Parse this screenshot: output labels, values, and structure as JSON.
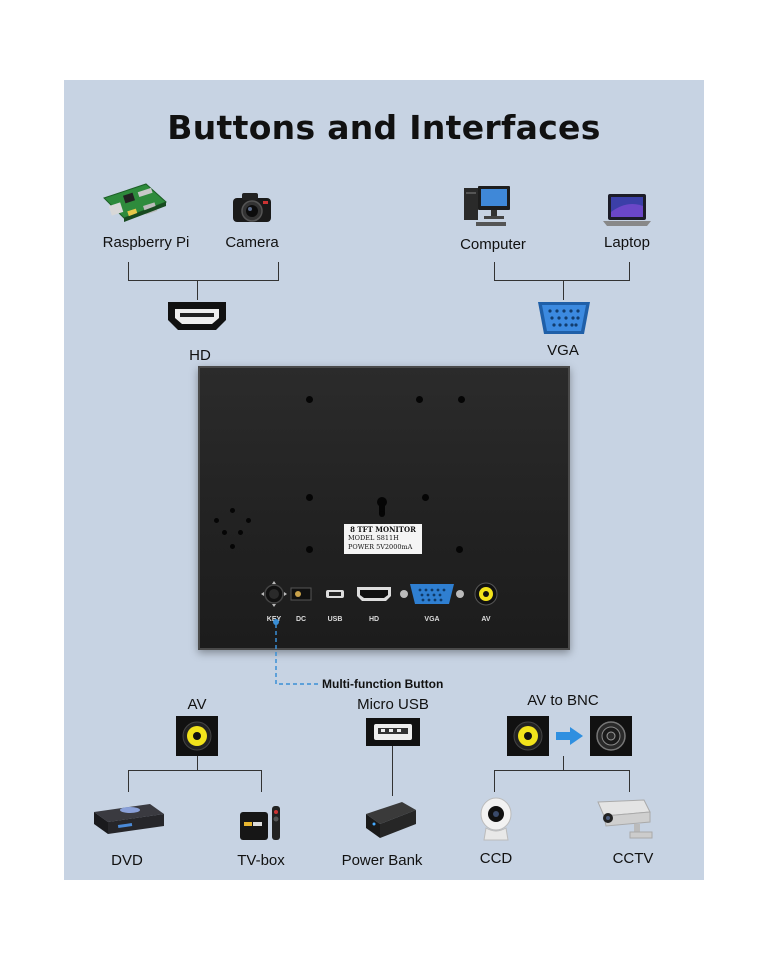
{
  "title": "Buttons and Interfaces",
  "top_left": {
    "devices": [
      {
        "label": "Raspberry Pi",
        "icon": "raspberry-pi-board-icon"
      },
      {
        "label": "Camera",
        "icon": "camera-icon"
      }
    ],
    "port_label": "HD",
    "port_icon": "hdmi-connector-icon"
  },
  "top_right": {
    "devices": [
      {
        "label": "Computer",
        "icon": "desktop-computer-icon"
      },
      {
        "label": "Laptop",
        "icon": "laptop-icon"
      }
    ],
    "port_label": "VGA",
    "port_icon": "vga-connector-icon"
  },
  "monitor": {
    "plate": {
      "line1": "8  TFT MONITOR",
      "line2": "MODEL  S811H",
      "line3": "POWER  5V2000mA"
    },
    "ports": [
      "KEY",
      "DC",
      "USB",
      "HD",
      "VGA",
      "AV"
    ],
    "multi_function_label": "Multi-function Button",
    "callout_color": "#3a8fd6"
  },
  "bottom_left": {
    "port_label": "AV",
    "devices": [
      {
        "label": "DVD",
        "icon": "dvd-player-icon"
      },
      {
        "label": "TV-box",
        "icon": "tv-box-icon"
      }
    ]
  },
  "bottom_middle": {
    "port_label": "Micro USB",
    "devices": [
      {
        "label": "Power Bank",
        "icon": "power-bank-icon"
      }
    ]
  },
  "bottom_right": {
    "port_label": "AV to BNC",
    "devices": [
      {
        "label": "CCD",
        "icon": "ccd-camera-icon"
      },
      {
        "label": "CCTV",
        "icon": "cctv-camera-icon"
      }
    ]
  },
  "colors": {
    "panel": "#c7d3e3",
    "av_jack": "#f2e31b",
    "vga_blue": "#2f7fd1",
    "arrow_blue": "#2f8fe0"
  }
}
